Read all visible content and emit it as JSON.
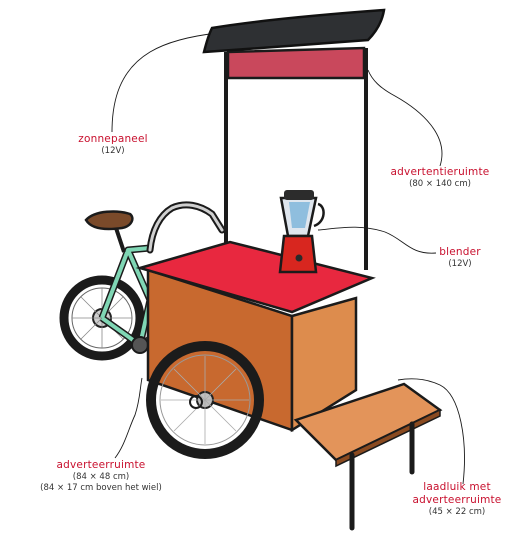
{
  "labels": {
    "solar_panel": {
      "title": "zonnepaneel",
      "sub": "(12V)"
    },
    "ad_space_top": {
      "title": "advertentieruimte",
      "sub": "(80 × 140 cm)"
    },
    "blender": {
      "title": "blender",
      "sub": "(12V)"
    },
    "ad_space_box": {
      "title": "adverteerruimte",
      "sub1": "(84 × 48 cm)",
      "sub2": "(84 × 17 cm boven het wiel)"
    },
    "hatch": {
      "title1": "laadluik met",
      "title2": "adverteerruimte",
      "sub": "(45 × 22 cm)"
    }
  },
  "colors": {
    "panel_dark": "#2e3033",
    "banner_red": "#c9485c",
    "top_red": "#e8283f",
    "box_brown": "#c8692f",
    "box_light": "#dd8c4d",
    "frame_teal": "#7fd6b4",
    "blender_red": "#d8261f",
    "label_red": "#c8102e"
  },
  "icons": {
    "solar_panel": "solar-panel-icon",
    "blender": "blender-icon",
    "bicycle": "cargo-bike-icon"
  }
}
